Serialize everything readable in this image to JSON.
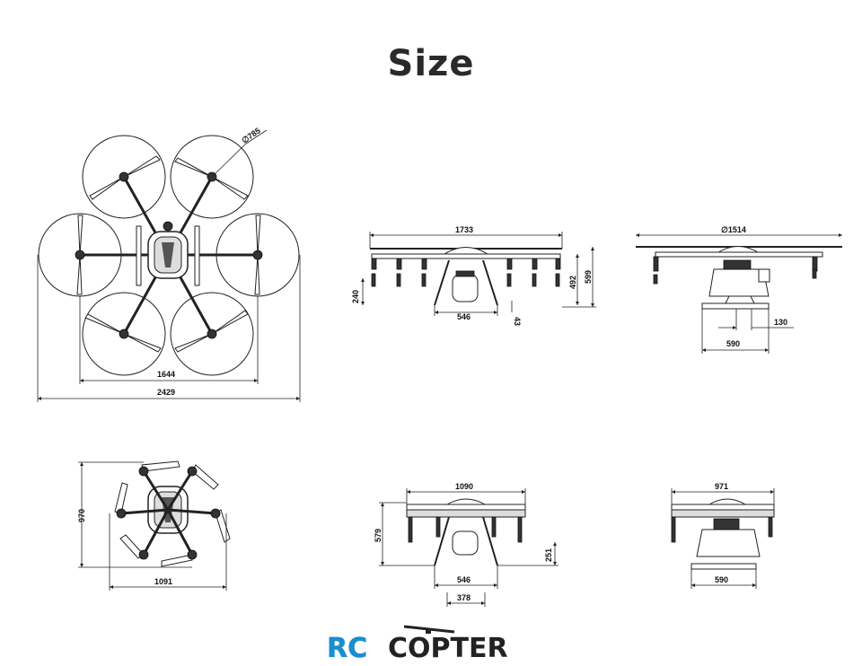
{
  "title": "Size",
  "views": {
    "top_unfolded": {
      "rotor_diameter": "785",
      "inner_span": "1644",
      "overall_span": "2429"
    },
    "front_unfolded": {
      "width": "1733",
      "height_total": "599",
      "height_body": "492",
      "height_landing": "240",
      "gear_width": "546",
      "gear_offset": "43"
    },
    "side_unfolded": {
      "diameter": "1514",
      "tank_offset": "130",
      "tank_width": "590"
    },
    "top_folded": {
      "height": "970",
      "width": "1091"
    },
    "front_folded": {
      "width": "1090",
      "height_total": "579",
      "height_landing": "251",
      "gear_width": "546",
      "gear_inner": "378"
    },
    "side_folded": {
      "width": "971",
      "tank_width": "590"
    }
  },
  "logo": {
    "part1": "RC",
    "part2": "COPTER",
    "color1": "#1a8fd0",
    "color2": "#222222"
  }
}
